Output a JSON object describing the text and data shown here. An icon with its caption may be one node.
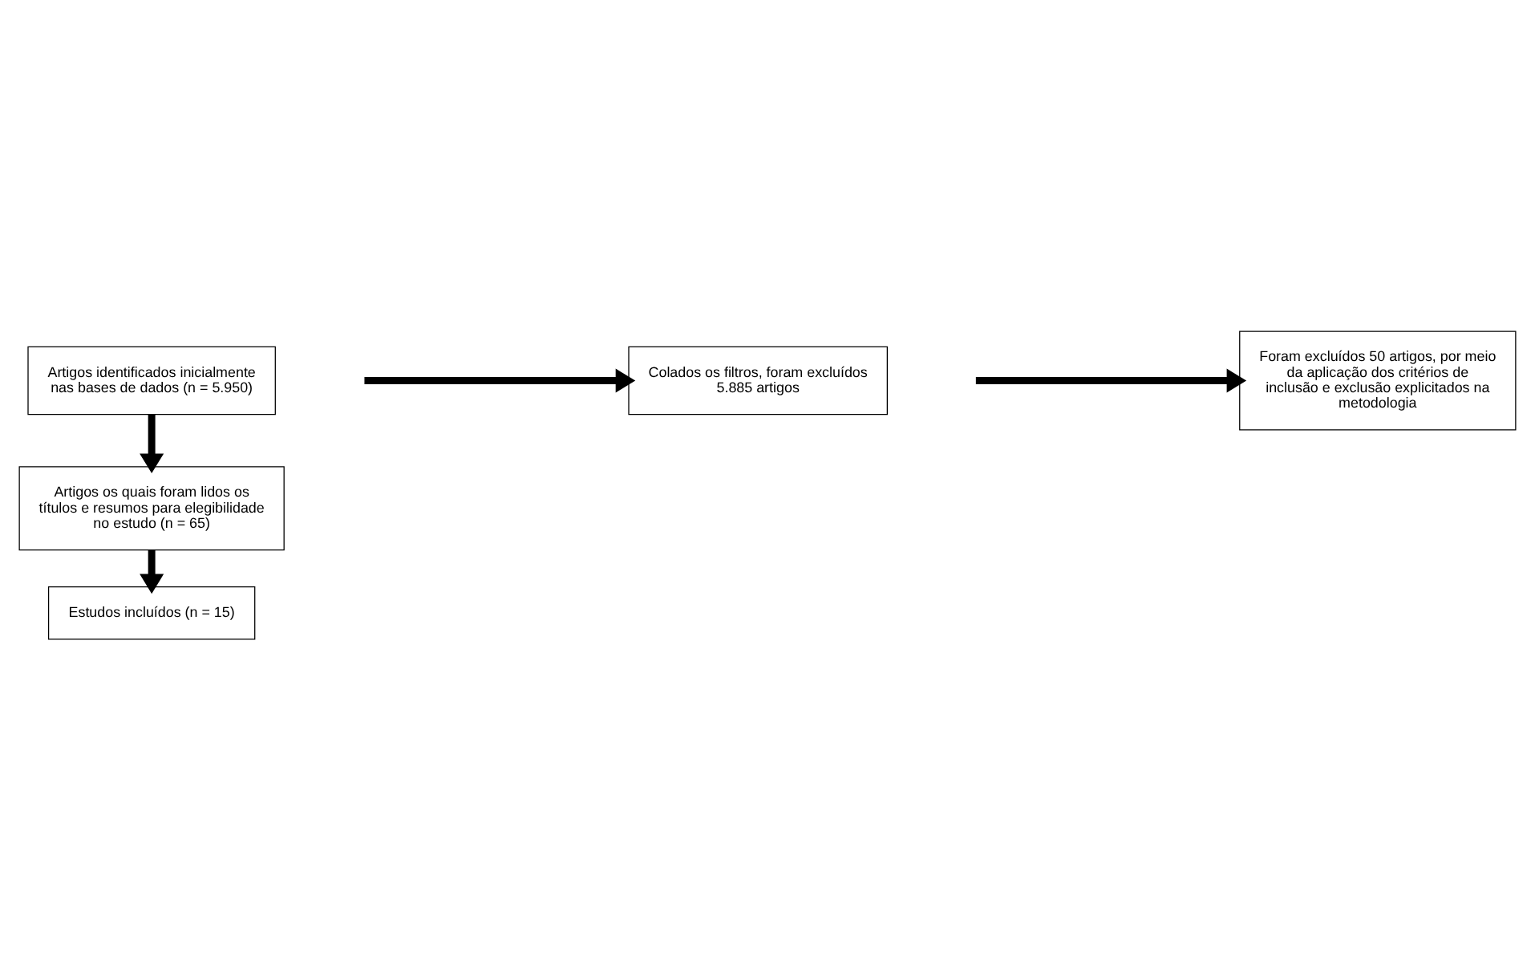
{
  "diagram": {
    "nodes": [
      {
        "text": [
          "Artigos identificados inicialmente nas bases de dados (n = 5.950)"
        ]
      },
      {
        "text": [
          "Colados os filtros, foram excluídos 5.885 artigos"
        ]
      },
      {
        "text": [
          "Artigos os quais foram lidos os títulos e resumos para elegibilidade no estudo (n = 65)"
        ]
      },
      {
        "text": [
          "Foram excluídos 50 artigos, por meio da aplicação dos critérios de inclusão e exclusão explicitados na metodologia"
        ]
      },
      {
        "text": [
          "Estudos incluídos (n = 15)"
        ]
      }
    ],
    "edges": [
      {
        "from": 0,
        "to": 2,
        "arrow": "to"
      },
      {
        "from": null,
        "to": 1,
        "arrow": "to"
      },
      {
        "from": 2,
        "to": 4,
        "arrow": "to"
      },
      {
        "from": null,
        "to": 3,
        "arrow": "to"
      }
    ]
  }
}
